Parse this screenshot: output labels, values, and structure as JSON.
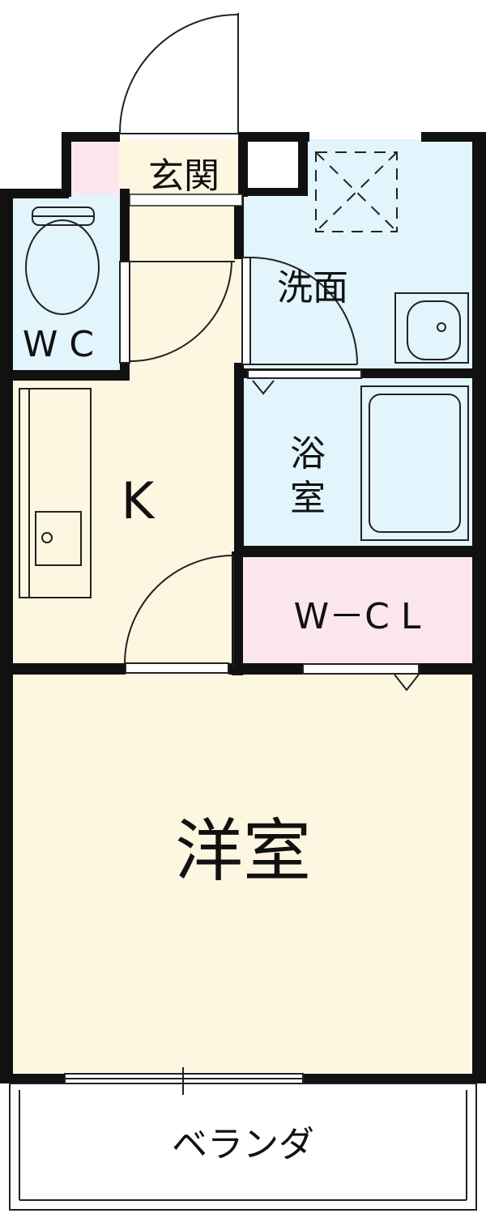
{
  "floorplan": {
    "rooms": {
      "entrance": "玄関",
      "wc": "W C",
      "washroom": "洗面",
      "bath_line1": "浴",
      "bath_line2": "室",
      "kitchen": "K",
      "walk_in_closet": "W－C L",
      "western_room": "洋室",
      "veranda": "ベランダ"
    },
    "colors": {
      "wet_area": "#e2f4fc",
      "dry_area": "#fdf6e1",
      "closet": "#fce6ee",
      "wall": "#111111",
      "outline": "#222222"
    }
  }
}
